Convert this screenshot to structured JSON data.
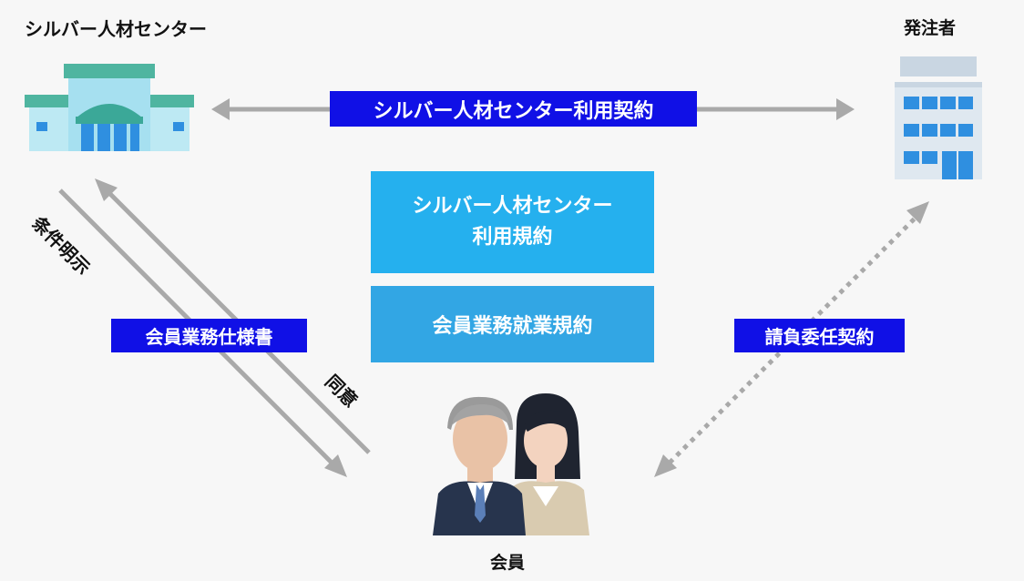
{
  "nodes": {
    "silver_center": "シルバー人材センター",
    "client": "発注者",
    "member": "会員"
  },
  "tags": {
    "usage_contract": "シルバー人材センター利用契約",
    "member_spec": "会員業務仕様書",
    "contract_work": "請負委任契約"
  },
  "center_boxes": {
    "terms_line1": "シルバー人材センター",
    "terms_line2": "利用規約",
    "work_rules": "会員業務就業規約"
  },
  "arrow_labels": {
    "conditions": "条件明示",
    "agreement": "同意"
  },
  "icons": {
    "silver_center_icon": "store-building-icon",
    "client_icon": "office-building-icon",
    "member_icon": "senior-couple-illustration"
  },
  "colors": {
    "tag_bg": "#1010e6",
    "box_top": "#25b0ee",
    "box_bottom": "#32a6e4",
    "arrow": "#a9a9a9"
  }
}
